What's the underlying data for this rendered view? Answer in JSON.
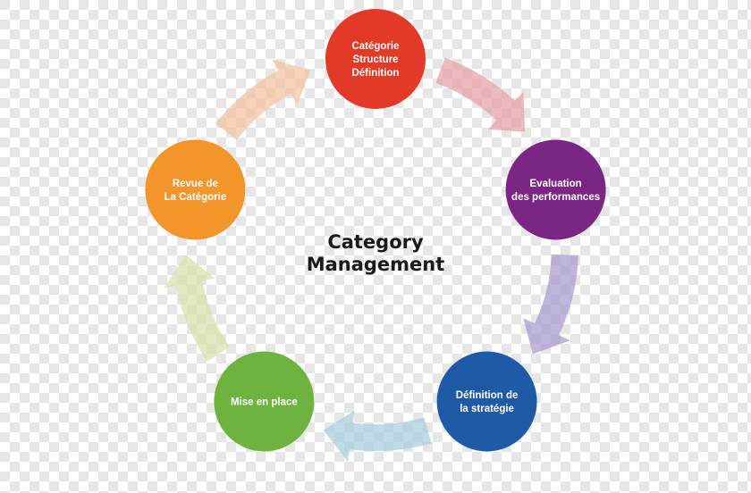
{
  "diagram": {
    "center_title": {
      "line1": "Category",
      "line2": "Management"
    },
    "checker_colors": [
      "#ffffff",
      "#e6e6e6"
    ],
    "nodes": [
      {
        "id": "structure-definition",
        "lines": [
          "Catégorie",
          "Structure",
          "Définition"
        ],
        "color": "#e23a26"
      },
      {
        "id": "evaluation-performances",
        "lines": [
          "Evaluation",
          "des performances"
        ],
        "color": "#7b2585"
      },
      {
        "id": "definition-strategie",
        "lines": [
          "Définition de",
          "la stratégie"
        ],
        "color": "#1f5aa6"
      },
      {
        "id": "mise-en-place",
        "lines": [
          "Mise en place"
        ],
        "color": "#6fb33f"
      },
      {
        "id": "revue-categorie",
        "lines": [
          "Revue de",
          "La Catégorie"
        ],
        "color": "#f2962b"
      }
    ],
    "arrows": [
      {
        "from": "structure-definition",
        "to": "evaluation-performances",
        "color": "#e6a0a8"
      },
      {
        "from": "evaluation-performances",
        "to": "definition-strategie",
        "color": "#a898cc"
      },
      {
        "from": "definition-strategie",
        "to": "mise-en-place",
        "color": "#a6cfdc"
      },
      {
        "from": "mise-en-place",
        "to": "revue-categorie",
        "color": "#d6e2a8"
      },
      {
        "from": "revue-categorie",
        "to": "structure-definition",
        "color": "#f2c4a2"
      }
    ]
  }
}
